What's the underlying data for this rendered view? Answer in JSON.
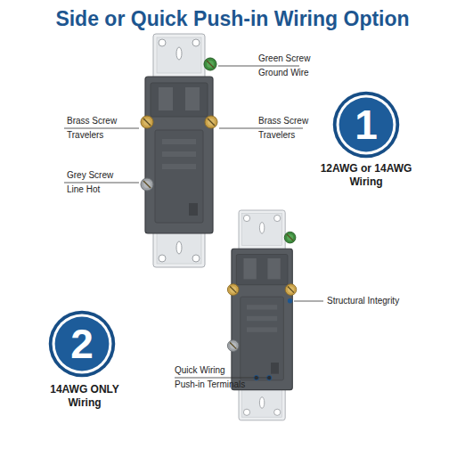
{
  "diagram": {
    "title": "Side or Quick Push-in Wiring Option",
    "nodes": [
      {
        "text": [
          "1"
        ]
      },
      {
        "text": [
          "2"
        ]
      }
    ],
    "labels": [
      "Green Screw",
      "Ground Wire",
      "Brass Screw",
      "Travelers",
      "Brass Screw",
      "Travelers",
      "Grey Screw",
      "Line Hot",
      "12AWG or 14AWG",
      "Wiring",
      "Structural Integrity",
      "Quick Wiring",
      "Push-in Terminals",
      "14AWG ONLY",
      "Wiring"
    ]
  }
}
